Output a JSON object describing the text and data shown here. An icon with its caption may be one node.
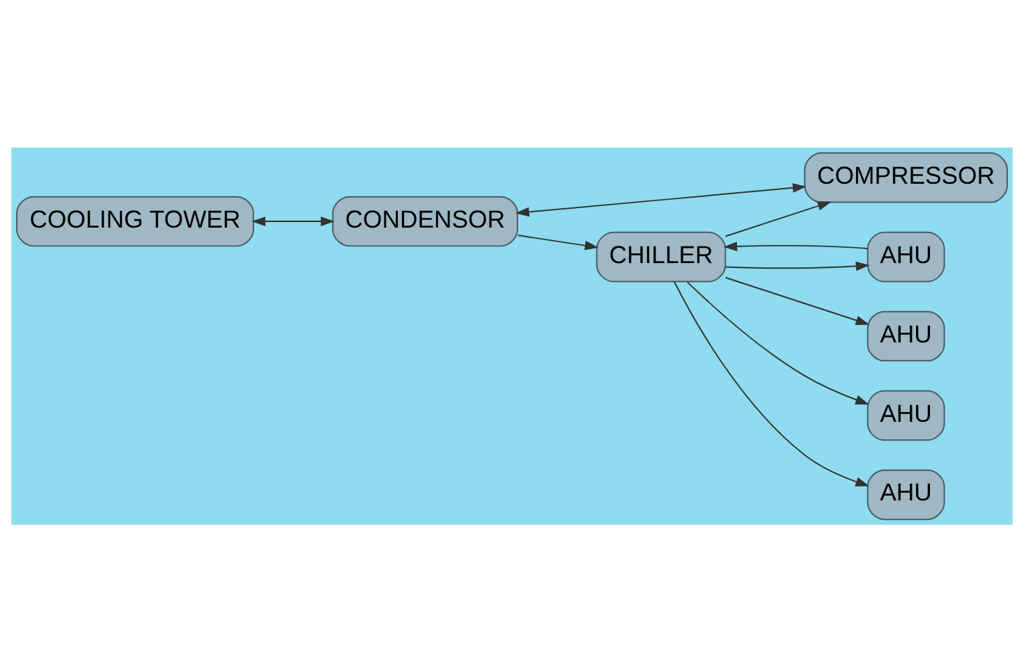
{
  "diagram": {
    "nodes": [
      {
        "text": [
          "COOLING TOWER"
        ]
      },
      {
        "text": [
          "AHU"
        ]
      },
      {
        "text": [
          "AHU"
        ]
      },
      {
        "text": [
          "AHU"
        ]
      },
      {
        "text": [
          "AHU"
        ]
      },
      {
        "text": [
          "COMPRESSOR"
        ]
      },
      {
        "text": [
          "CHILLER"
        ]
      },
      {
        "text": [
          "CONDENSOR"
        ]
      }
    ],
    "edges": [
      {
        "from": 6,
        "to": 1,
        "arrow": "to"
      },
      {
        "from": 6,
        "to": 2,
        "arrow": "to"
      },
      {
        "from": 6,
        "to": 3,
        "arrow": "to"
      },
      {
        "from": 6,
        "to": 4,
        "arrow": "to"
      },
      {
        "from": 1,
        "to": 6,
        "arrow": "to"
      },
      {
        "from": 6,
        "to": 5,
        "arrow": "to"
      },
      {
        "from": 5,
        "to": 7,
        "arrow": "both"
      },
      {
        "from": 0,
        "to": 7,
        "arrow": "both"
      },
      {
        "from": 7,
        "to": 6,
        "arrow": "to"
      }
    ]
  }
}
